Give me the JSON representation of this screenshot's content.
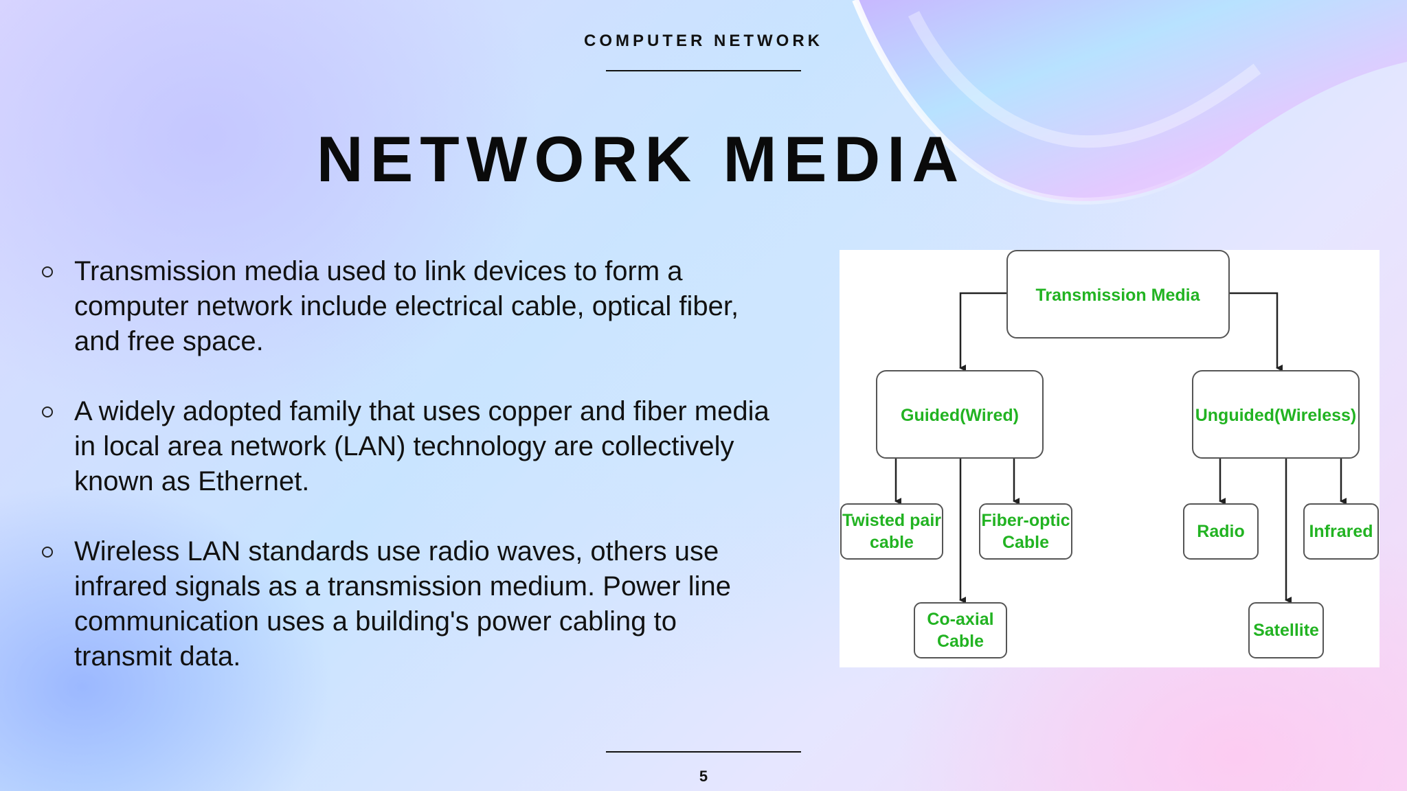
{
  "slide": {
    "header_label": "COMPUTER NETWORK",
    "title": "NETWORK MEDIA",
    "page_number": "5"
  },
  "bullets": [
    "Transmission media  used to link devices to form a computer network include electrical cable, optical fiber, and free space.",
    "A widely adopted family that uses copper and fiber media in local area network (LAN) technology are collectively known as Ethernet.",
    "Wireless LAN standards use radio waves, others use infrared signals as a transmission medium. Power line communication uses a building's power cabling to transmit data."
  ],
  "diagram": {
    "root": "Transmission Media",
    "guided": "Guided(Wired)",
    "unguided": "Unguided(Wireless)",
    "twisted_pair": [
      "Twisted pair",
      "cable"
    ],
    "fiber_optic": [
      "Fiber-optic",
      "Cable"
    ],
    "coaxial": [
      "Co-axial",
      "Cable"
    ],
    "radio": "Radio",
    "infrared": "Infrared",
    "satellite": "Satellite",
    "text_color": "#22b322"
  }
}
